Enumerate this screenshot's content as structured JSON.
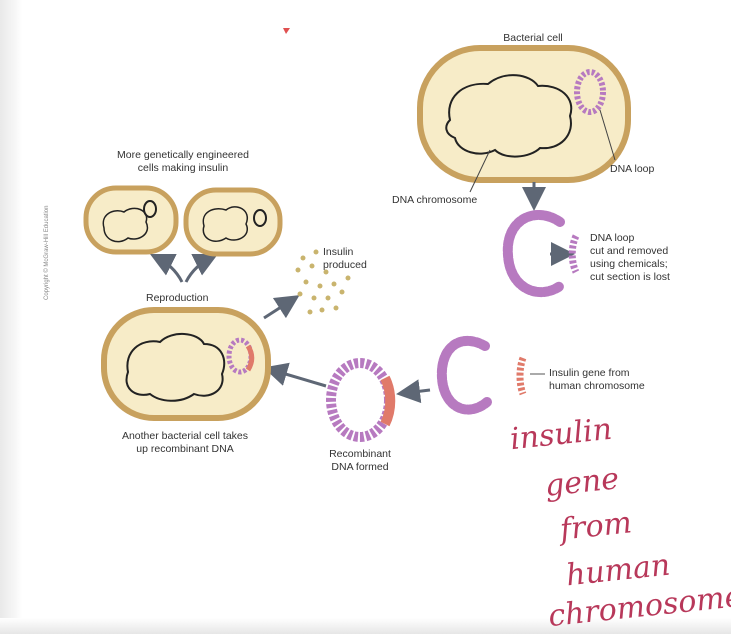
{
  "labels": {
    "bacterial_cell": "Bacterial cell",
    "dna_loop": "DNA loop",
    "dna_chromosome": "DNA chromosome",
    "loop_cut": "DNA loop\ncut and removed\nusing chemicals;\ncut section is lost",
    "insulin_gene": "Insulin gene from\nhuman chromosome",
    "recombinant": "Recombinant\nDNA formed",
    "another_cell": "Another bacterial cell takes\nup recombinant DNA",
    "insulin_produced": "Insulin\nproduced",
    "reproduction": "Reproduction",
    "more_cells": "More genetically engineered\ncells making insulin",
    "copyright": "Copyright © McGraw-Hill Education"
  },
  "handwriting": {
    "line1": "insulin",
    "line2": "gene",
    "line3": "from",
    "line4": "human",
    "line5": "chromosome"
  },
  "colors": {
    "cell_fill": "#f7ecc8",
    "cell_outline": "#c8a15e",
    "plasmid": "#b77ac0",
    "insulin_gene": "#e07a6a",
    "arrow": "#5e6775",
    "dots": "#c9b46e",
    "handwriting": "#b8385a"
  }
}
